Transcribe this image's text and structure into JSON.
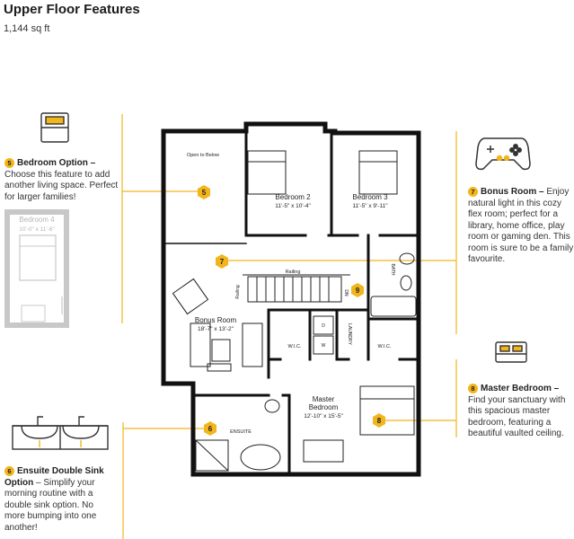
{
  "page": {
    "title": "Upper Floor Features",
    "area": "1,144 sq ft"
  },
  "colors": {
    "accent": "#f2b51b",
    "wall": "#111111",
    "option_gray": "#c8c8c8"
  },
  "features": {
    "bedroom_option": {
      "number": "5",
      "title": "Bedroom Option –",
      "description": "Choose this feature to add another living space. Perfect for larger families!",
      "icon": "bed-icon"
    },
    "bonus_room": {
      "number": "7",
      "title": "Bonus Room –",
      "description": "Enjoy natural light in this cozy flex room; perfect for a library, home office, play room or gaming den. This room is sure to be a family favourite.",
      "icon": "gamepad-icon"
    },
    "master_bedroom": {
      "number": "8",
      "title": "Master Bedroom –",
      "description": "Find your sanctuary with this spacious master bedroom, featuring a beautiful vaulted ceiling.",
      "icon": "bed-icon"
    },
    "ensuite_sink": {
      "number": "6",
      "title": "Ensuite Double Sink Option",
      "description": " – Simplify your morning routine with a double sink option. No more bumping into one another!",
      "icon": "double-sink-icon"
    }
  },
  "plan": {
    "open_to_below": "Open to Below",
    "bedroom2_name": "Bedroom 2",
    "bedroom2_size": "11'-5\" x 10'-4\"",
    "bedroom3_name": "Bedroom 3",
    "bedroom3_size": "11'-5\" x 9'-11\"",
    "bedroom4_name": "Bedroom 4",
    "bedroom4_size": "10'-0\" x 11'-6\"",
    "bonus_name": "Bonus Room",
    "bonus_size": "18'-7\" x 13'-2\"",
    "master_name_1": "Master",
    "master_name_2": "Bedroom",
    "master_size": "12'-10\" x 15'-5\"",
    "ensuite": "ENSUITE",
    "railing": "Railing",
    "bath": "BATH",
    "wic": "W.I.C.",
    "laundry": "LAUNDRY",
    "dn": "DN",
    "dryer": "D",
    "washer": "W",
    "markers": {
      "m5": "5",
      "m6": "6",
      "m7": "7",
      "m8": "8",
      "m9": "9"
    }
  }
}
